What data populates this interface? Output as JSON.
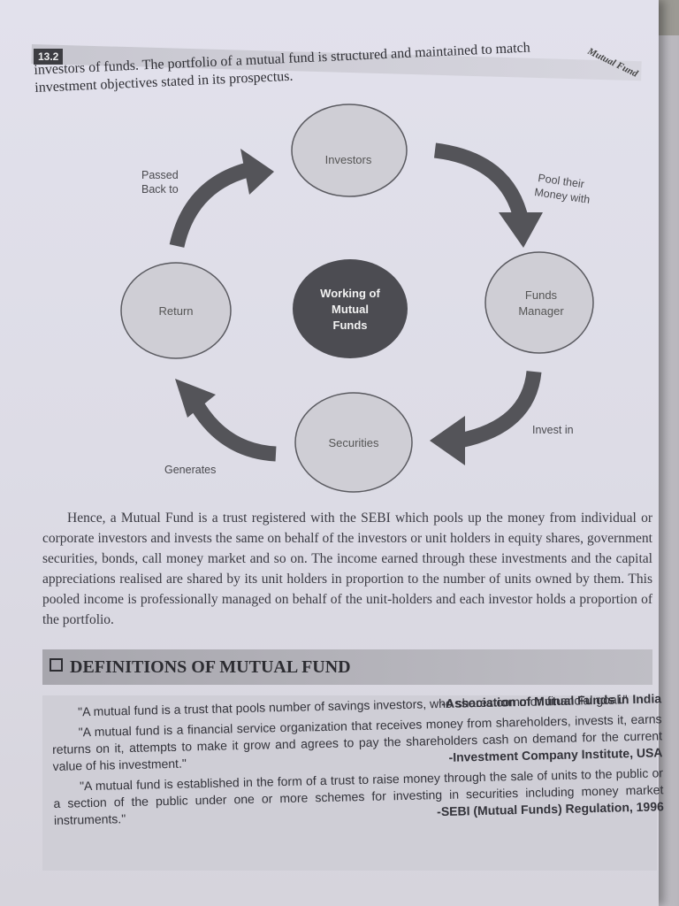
{
  "header": {
    "page_number": "13.2",
    "running_head": "Mutual Fund"
  },
  "intro": {
    "line1": "investors of funds. The portfolio of a mutual fund is structured and maintained to match",
    "line2": "investment objectives stated in its prospectus."
  },
  "diagram": {
    "center": [
      "Working of",
      "Mutual",
      "Funds"
    ],
    "nodes": {
      "investors": "Investors",
      "funds_manager": [
        "Funds",
        "Manager"
      ],
      "securities": "Securities",
      "return": "Return"
    },
    "arrow_labels": {
      "pool": [
        "Pool their",
        "Money with"
      ],
      "invest": "Invest in",
      "generates": "Generates",
      "passed": [
        "Passed",
        "Back to"
      ]
    },
    "colors": {
      "node_fill": "#cfced5",
      "center_fill": "#4c4c52",
      "arrow": "#545459"
    }
  },
  "body": {
    "paragraph": "Hence, a Mutual Fund is a trust registered with the SEBI which pools up the money from individual or corporate investors and invests the same on behalf of the investors or unit holders in equity shares, government securities, bonds, call money market and so on. The income earned through these investments and the capital appreciations realised are shared by its unit holders in proportion to the number of units owned by them. This pooled income is professionally managed on behalf of the unit-holders and each investor holds a proportion of the portfolio."
  },
  "definitions": {
    "title": "DEFINITIONS OF MUTUAL FUND",
    "items": [
      {
        "quote": "\"A mutual fund is a trust that pools number of savings investors, who shares common financial goal.\"",
        "source": "-Association of Mutual Funds in India"
      },
      {
        "quote": "\"A mutual fund is a financial service organization that receives money from shareholders, invests it, earns returns on it, attempts to make it grow and agrees to pay the shareholders cash on demand for the current value of his investment.\"",
        "source": "-Investment Company Institute, USA"
      },
      {
        "quote": "\"A mutual fund is established in the form of a trust to raise money through the sale of units to the public or a section of the public under one or more schemes for investing in securities including money market instruments.\"",
        "source": "-SEBI (Mutual Funds) Regulation, 1996"
      }
    ]
  }
}
